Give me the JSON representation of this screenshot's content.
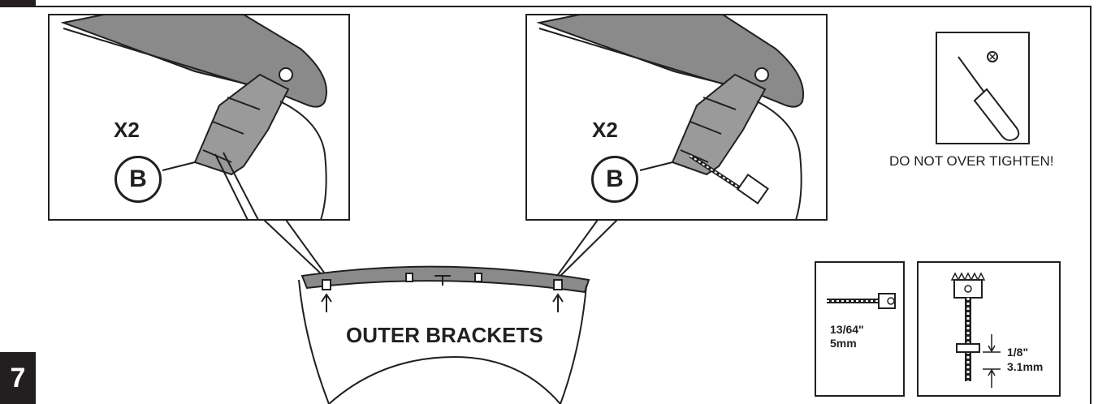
{
  "step": {
    "number": "7"
  },
  "panel_left": {
    "quantity": "X2",
    "callout": "B"
  },
  "panel_right": {
    "quantity": "X2",
    "callout": "B"
  },
  "tool_panel": {
    "warning": "DO NOT OVER TIGHTEN!"
  },
  "spoiler": {
    "label": "OUTER BRACKETS"
  },
  "drill_bit": {
    "size_in": "13/64\"",
    "size_mm": "5mm"
  },
  "drill_depth": {
    "depth_in": "1/8\"",
    "depth_mm": "3.1mm"
  },
  "colors": {
    "line": "#231f20",
    "fill_gray": "#8a8a8a",
    "light_gray": "#d9d9d9"
  }
}
